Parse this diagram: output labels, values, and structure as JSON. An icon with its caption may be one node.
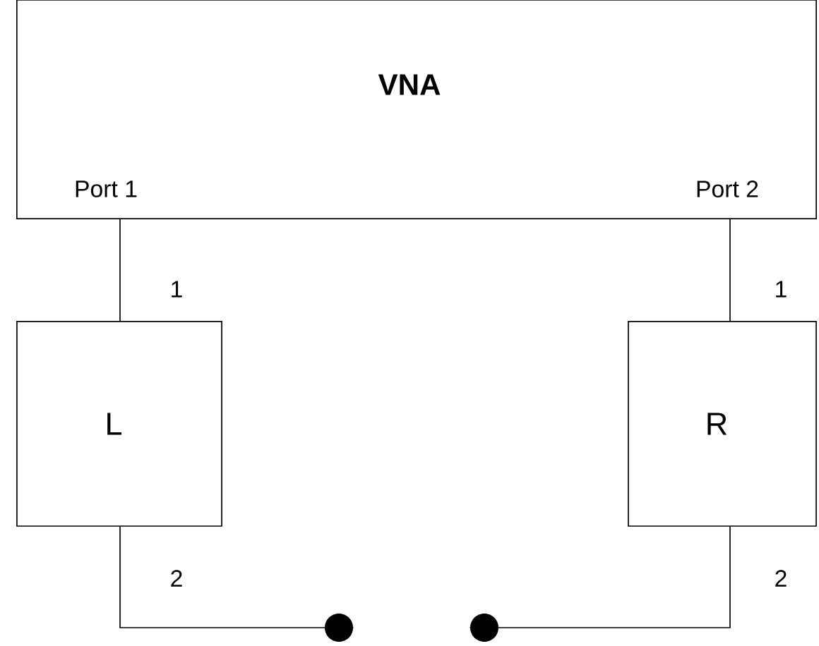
{
  "diagram": {
    "nodes": [
      {
        "text": [
          "VNA",
          "Port 1",
          "Port 2"
        ]
      },
      {
        "text": [
          "L"
        ]
      },
      {
        "text": [
          "R"
        ]
      },
      {
        "text": [],
        "shape": "circle"
      },
      {
        "text": [],
        "shape": "circle"
      }
    ],
    "edges": [
      {
        "from": 0,
        "to": 1,
        "arrow": "none"
      },
      {
        "from": 0,
        "to": 2,
        "arrow": "none"
      },
      {
        "from": 1,
        "to": 3,
        "arrow": "none"
      },
      {
        "from": 2,
        "to": 4,
        "arrow": "none"
      }
    ],
    "labels": [
      "1",
      "1",
      "2",
      "2"
    ]
  }
}
